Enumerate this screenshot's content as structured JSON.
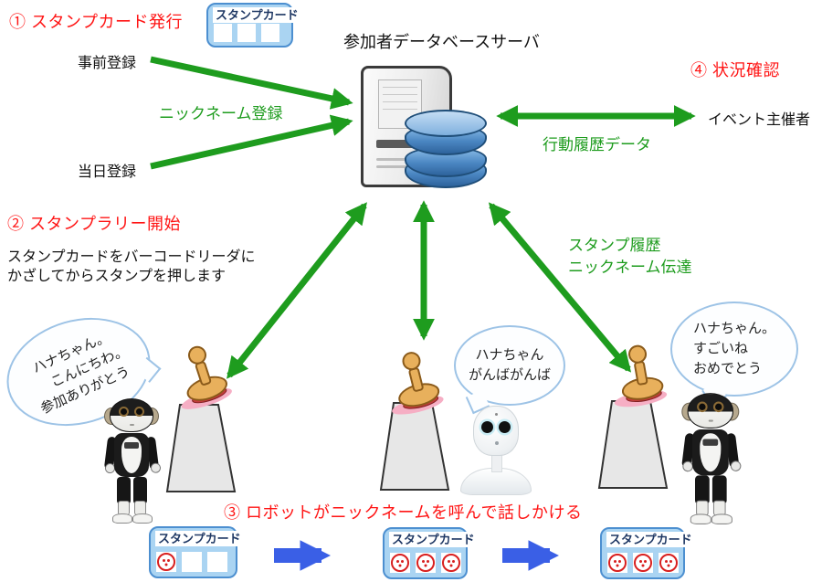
{
  "colors": {
    "heading_red": "#ff1414",
    "arrow_green": "#1e9c1e",
    "arrow_blue": "#3a5fe6",
    "card_fill": "#aad4f2",
    "card_border": "#4c8fd0",
    "card_label_navy": "#1f3864",
    "bubble_border": "#9dc3e6",
    "stamp_mark_red": "#d81f1f"
  },
  "step1": {
    "label": "① スタンプカード発行"
  },
  "registration": {
    "pre": "事前登録",
    "sameday": "当日登録",
    "nickname_arrow_label": "ニックネーム登録"
  },
  "server": {
    "title": "参加者データベースサーバ"
  },
  "step4": {
    "label": "④ 状況確認",
    "organizer": "イベント主催者",
    "history_arrow_label": "行動履歴データ"
  },
  "step2": {
    "label": "② スタンプラリー開始",
    "desc_line1": "スタンプカードをバーコードリーダに",
    "desc_line2": "かざしてからスタンプを押します"
  },
  "transfer": {
    "line1": "スタンプ履歴",
    "line2": "ニックネーム伝達"
  },
  "step3": {
    "label": "③ ロボットがニックネームを呼んで話しかける"
  },
  "bubbles": {
    "left": {
      "line1": "ハナちゃん。",
      "line2": "こんにちわ。",
      "line3": "参加ありがとう"
    },
    "middle": {
      "line1": "ハナちゃん",
      "line2": "がんばがんば"
    },
    "right": {
      "line1": "ハナちゃん。",
      "line2": "すごいね",
      "line3": "おめでとう"
    }
  },
  "cards": {
    "label": "スタンプカード",
    "top": {
      "stamps": [
        false,
        false,
        false
      ]
    },
    "bottom": [
      {
        "stamps": [
          true,
          false,
          false
        ]
      },
      {
        "stamps": [
          true,
          true,
          true
        ]
      },
      {
        "stamps": [
          true,
          true,
          true
        ]
      }
    ]
  }
}
